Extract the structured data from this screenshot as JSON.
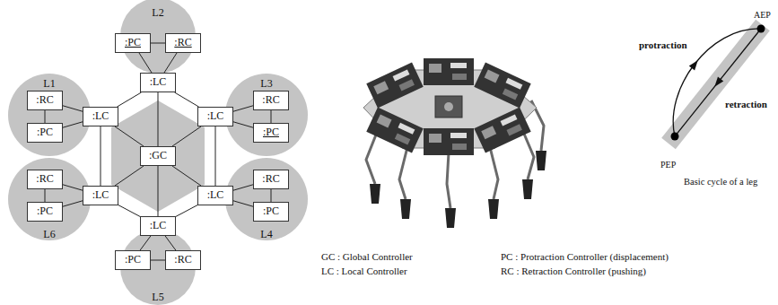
{
  "diagram": {
    "nodes": [
      {
        "text": [
          "L1"
        ]
      },
      {
        "text": [
          ":RC"
        ],
        "in": 0
      },
      {
        "text": [
          ":PC"
        ],
        "in": 0
      },
      {
        "text": [
          "L2"
        ]
      },
      {
        "text": [
          ":PC"
        ],
        "in": 3
      },
      {
        "text": [
          ":RC"
        ],
        "in": 3
      },
      {
        "text": [
          "L3"
        ]
      },
      {
        "text": [
          ":RC"
        ],
        "in": 6
      },
      {
        "text": [
          ":PC"
        ],
        "in": 6
      },
      {
        "text": [
          "L4"
        ]
      },
      {
        "text": [
          ":RC"
        ],
        "in": 9
      },
      {
        "text": [
          ":PC"
        ],
        "in": 9
      },
      {
        "text": [
          "L5"
        ]
      },
      {
        "text": [
          ":PC"
        ],
        "in": 12
      },
      {
        "text": [
          ":RC"
        ],
        "in": 12
      },
      {
        "text": [
          "L6"
        ]
      },
      {
        "text": [
          ":RC"
        ],
        "in": 15
      },
      {
        "text": [
          ":PC"
        ],
        "in": 15
      },
      {
        "text": [
          ":LC"
        ]
      },
      {
        "text": [
          ":LC"
        ]
      },
      {
        "text": [
          ":LC"
        ]
      },
      {
        "text": [
          ":LC"
        ]
      },
      {
        "text": [
          ":LC"
        ]
      },
      {
        "text": [
          ":LC"
        ]
      },
      {
        "text": [
          ":GC"
        ]
      }
    ],
    "edges": [
      {
        "from": 1,
        "to": 2,
        "arrow": "none"
      },
      {
        "from": 4,
        "to": 5,
        "arrow": "none"
      },
      {
        "from": 7,
        "to": 8,
        "arrow": "none"
      },
      {
        "from": 10,
        "to": 11,
        "arrow": "none"
      },
      {
        "from": 13,
        "to": 14,
        "arrow": "none"
      },
      {
        "from": 16,
        "to": 17,
        "arrow": "none"
      },
      {
        "from": 18,
        "to": 1,
        "arrow": "none"
      },
      {
        "from": 18,
        "to": 2,
        "arrow": "none"
      },
      {
        "from": 19,
        "to": 4,
        "arrow": "none"
      },
      {
        "from": 19,
        "to": 5,
        "arrow": "none"
      },
      {
        "from": 20,
        "to": 7,
        "arrow": "none"
      },
      {
        "from": 20,
        "to": 8,
        "arrow": "none"
      },
      {
        "from": 21,
        "to": 10,
        "arrow": "none"
      },
      {
        "from": 21,
        "to": 11,
        "arrow": "none"
      },
      {
        "from": 22,
        "to": 13,
        "arrow": "none"
      },
      {
        "from": 22,
        "to": 14,
        "arrow": "none"
      },
      {
        "from": 23,
        "to": 16,
        "arrow": "none"
      },
      {
        "from": 23,
        "to": 17,
        "arrow": "none"
      },
      {
        "from": 18,
        "to": 19,
        "arrow": "none"
      },
      {
        "from": 19,
        "to": 20,
        "arrow": "none"
      },
      {
        "from": 20,
        "to": 21,
        "arrow": "none"
      },
      {
        "from": 21,
        "to": 22,
        "arrow": "none"
      },
      {
        "from": 22,
        "to": 23,
        "arrow": "none"
      },
      {
        "from": 23,
        "to": 18,
        "arrow": "none"
      },
      {
        "from": 24,
        "to": 18,
        "arrow": "none"
      },
      {
        "from": 24,
        "to": 19,
        "arrow": "none"
      },
      {
        "from": 24,
        "to": 20,
        "arrow": "none"
      },
      {
        "from": 24,
        "to": 21,
        "arrow": "none"
      },
      {
        "from": 24,
        "to": 22,
        "arrow": "none"
      },
      {
        "from": 24,
        "to": 23,
        "arrow": "none"
      }
    ],
    "labels": [
      "protraction",
      "AEP",
      "retraction",
      "PEP",
      "Basic cycle of a leg",
      "GC : Global Controller",
      "LC : Local Controller",
      "PC : Protraction Controller (displacement)",
      "RC : Retraction Controller (pushing)"
    ]
  }
}
